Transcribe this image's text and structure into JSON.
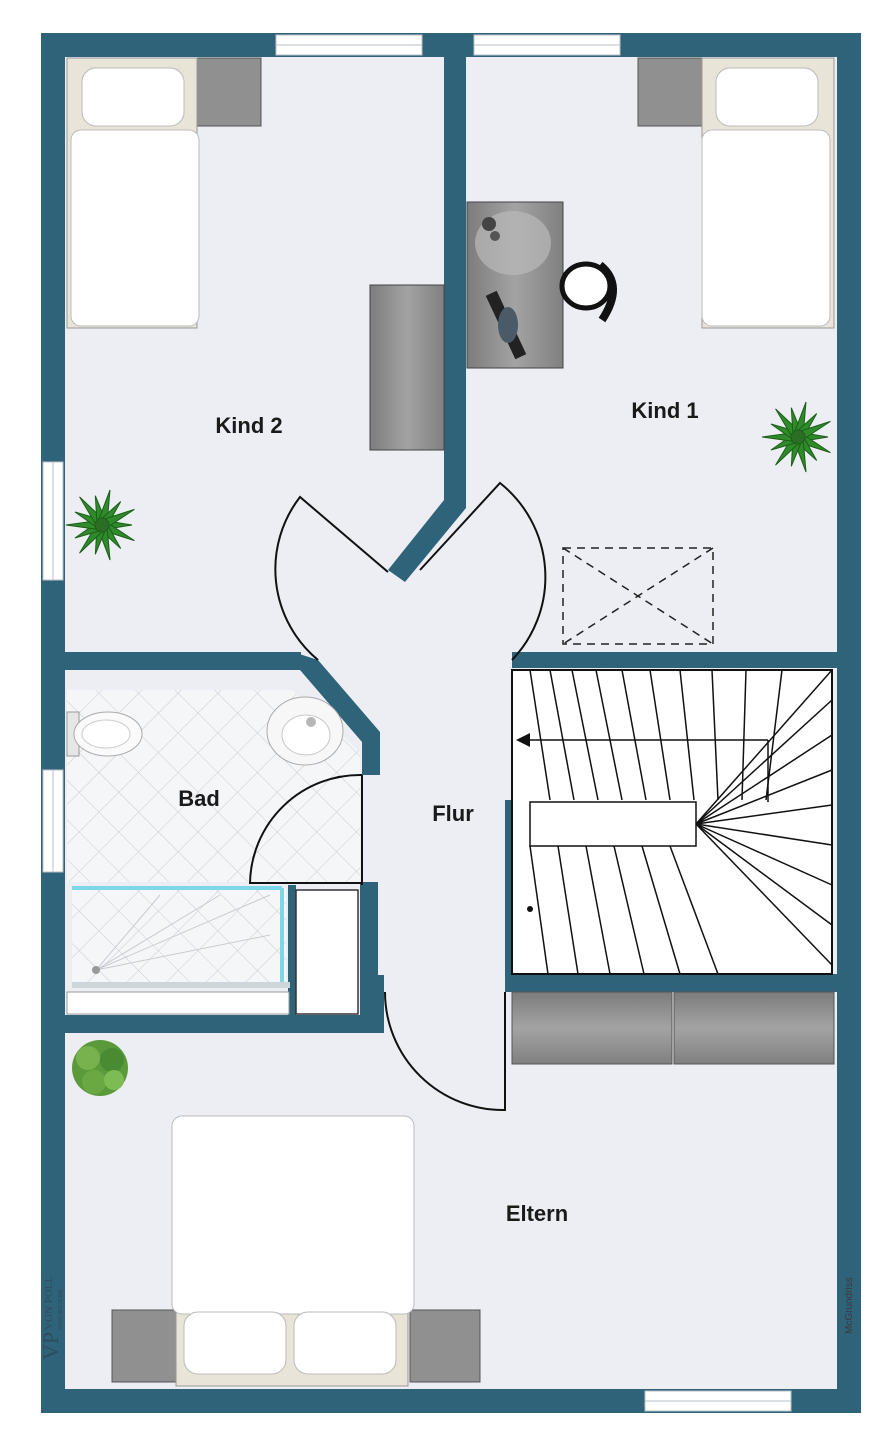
{
  "rooms": {
    "kind2": "Kind 2",
    "kind1": "Kind 1",
    "bad": "Bad",
    "flur": "Flur",
    "eltern": "Eltern"
  },
  "branding": {
    "monogram": "VP",
    "name": "VON POLL",
    "sub": "IMMOBILIEN®",
    "credit": "McGrundriss"
  },
  "colors": {
    "wall": "#2f6379",
    "floor": "#eceef4",
    "tile": "#f4f5f7",
    "furniture": "#8a8a8a",
    "plant": "#2f8a2a",
    "glass": "#7ed6e6"
  }
}
